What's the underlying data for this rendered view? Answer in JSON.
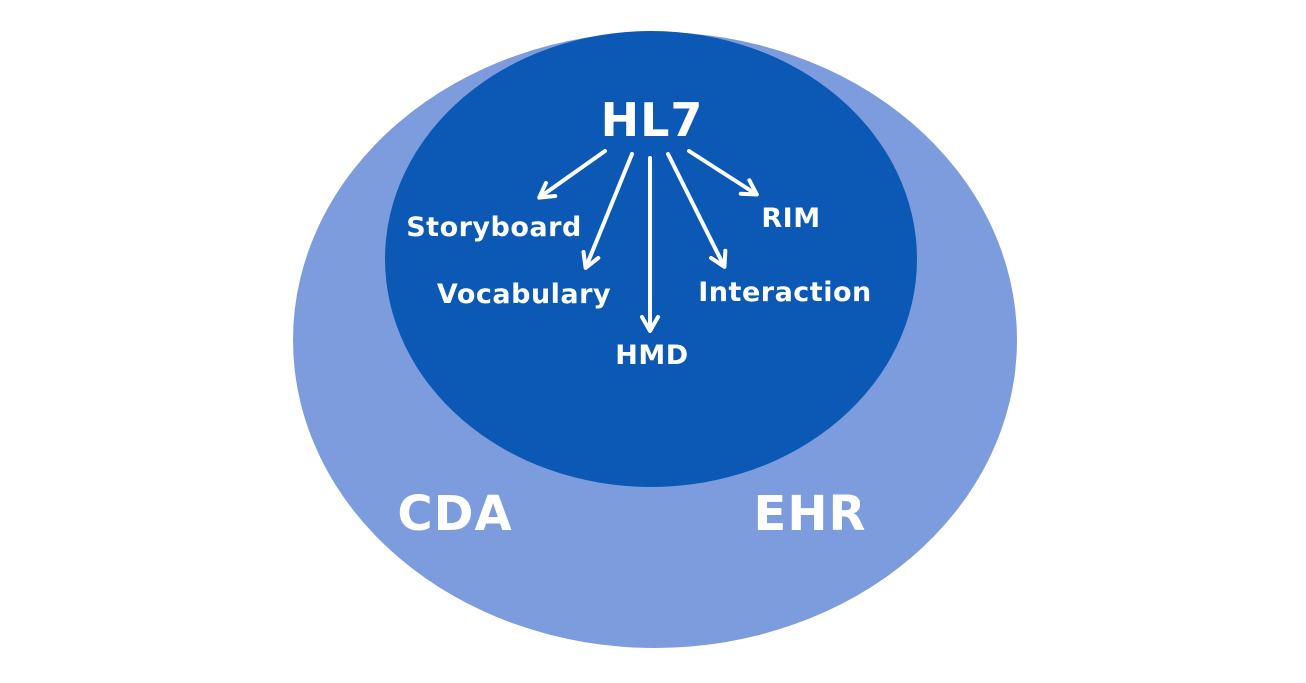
{
  "diagram": {
    "title": "HL7",
    "outer_labels": {
      "left": "CDA",
      "right": "EHR"
    },
    "inner_labels": {
      "storyboard": "Storyboard",
      "vocabulary": "Vocabulary",
      "hmd": "HMD",
      "interaction": "Interaction",
      "rim": "RIM"
    },
    "colors": {
      "outer_ellipse": "#7C9CDE",
      "inner_ellipse": "#0B59B4",
      "text": "#FFFFFF",
      "background": "#FFFFFF"
    }
  }
}
